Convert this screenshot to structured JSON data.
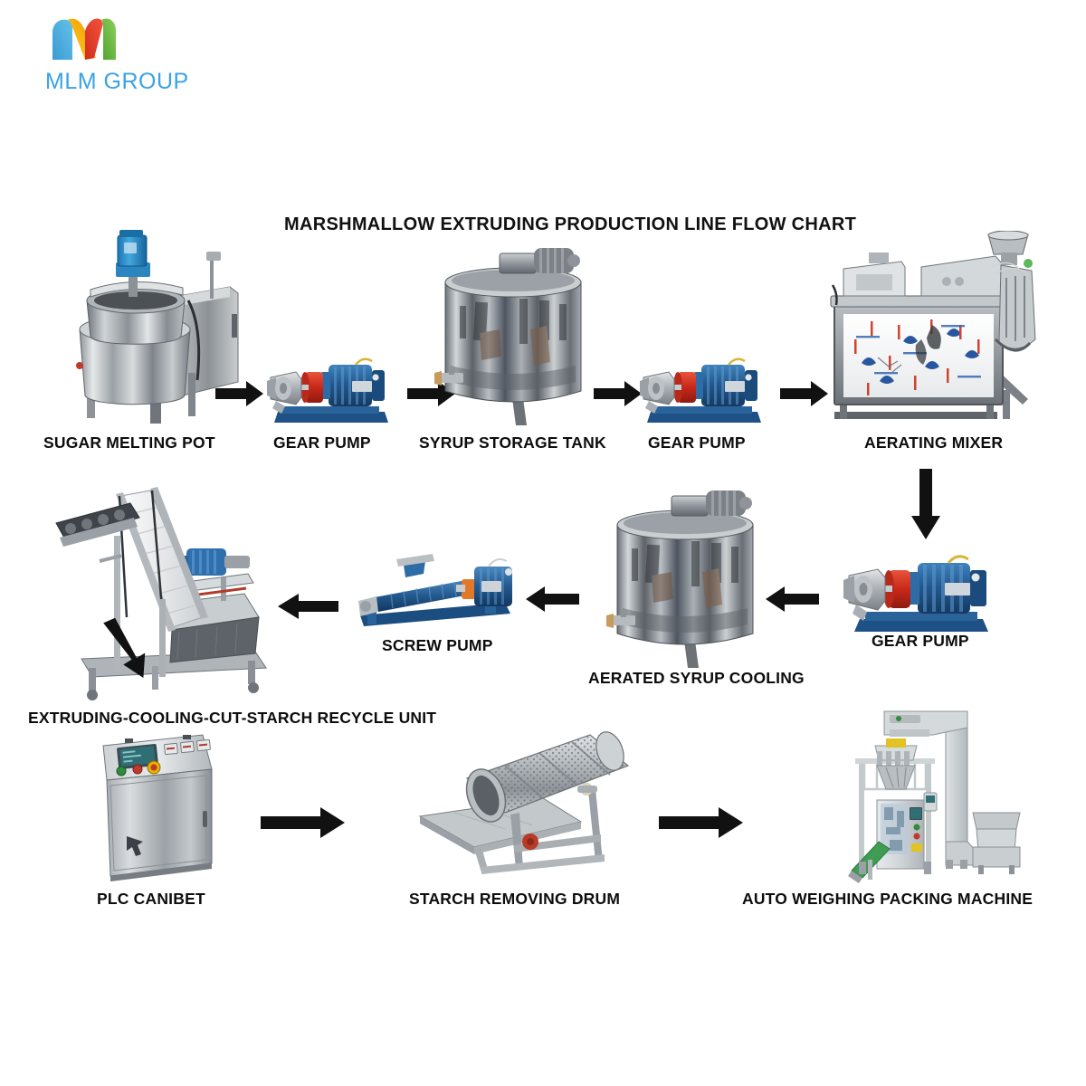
{
  "brand": {
    "logo_icon": "mlm-m-logo",
    "wordmark": "MLM GROUP",
    "colors": {
      "blue": "#4aa8dd",
      "orange": "#f5a623",
      "yellow": "#f7d117",
      "red": "#e8402a",
      "green": "#63bb46",
      "text_blue": "#3aa3e3"
    }
  },
  "flowchart": {
    "title": "MARSHMALLOW EXTRUDING PRODUCTION LINE FLOW CHART",
    "steps": [
      {
        "id": "sugar-melting-pot",
        "label": "SUGAR MELTING POT",
        "row": 1,
        "order": 1
      },
      {
        "id": "gear-pump-1",
        "label": "GEAR PUMP",
        "row": 1,
        "order": 2
      },
      {
        "id": "syrup-storage-tank",
        "label": "SYRUP STORAGE TANK",
        "row": 1,
        "order": 3
      },
      {
        "id": "gear-pump-2",
        "label": "GEAR PUMP",
        "row": 1,
        "order": 4
      },
      {
        "id": "aerating-mixer",
        "label": "AERATING MIXER",
        "row": 1,
        "order": 5
      },
      {
        "id": "gear-pump-3",
        "label": "GEAR PUMP",
        "row": 2,
        "order": 6
      },
      {
        "id": "aerated-syrup-cooling",
        "label": "AERATED SYRUP COOLING",
        "row": 2,
        "order": 7
      },
      {
        "id": "screw-pump",
        "label": "SCREW PUMP",
        "row": 2,
        "order": 8
      },
      {
        "id": "extruding-unit",
        "label": "EXTRUDING-COOLING-CUT-STARCH RECYCLE UNIT",
        "row": 2,
        "order": 9
      },
      {
        "id": "plc-cabinet",
        "label": "PLC CANIBET",
        "row": 3,
        "order": 10
      },
      {
        "id": "starch-removing-drum",
        "label": "STARCH REMOVING DRUM",
        "row": 3,
        "order": 11
      },
      {
        "id": "auto-weighing-packing",
        "label": "AUTO WEIGHING PACKING MACHINE",
        "row": 3,
        "order": 12
      }
    ],
    "connectors": [
      {
        "id": "arrow-pot-to-pump1",
        "direction": "right"
      },
      {
        "id": "arrow-pump1-to-tank",
        "direction": "right"
      },
      {
        "id": "arrow-tank-to-pump2",
        "direction": "right"
      },
      {
        "id": "arrow-pump2-to-mixer",
        "direction": "right"
      },
      {
        "id": "arrow-mixer-to-pump3",
        "direction": "down"
      },
      {
        "id": "arrow-pump3-to-cooling",
        "direction": "left"
      },
      {
        "id": "arrow-cooling-to-screw",
        "direction": "left"
      },
      {
        "id": "arrow-screw-to-extruder",
        "direction": "left"
      },
      {
        "id": "arrow-extruder-to-plc",
        "direction": "down-left"
      },
      {
        "id": "arrow-plc-to-drum",
        "direction": "right"
      },
      {
        "id": "arrow-drum-to-packing",
        "direction": "right"
      }
    ]
  }
}
